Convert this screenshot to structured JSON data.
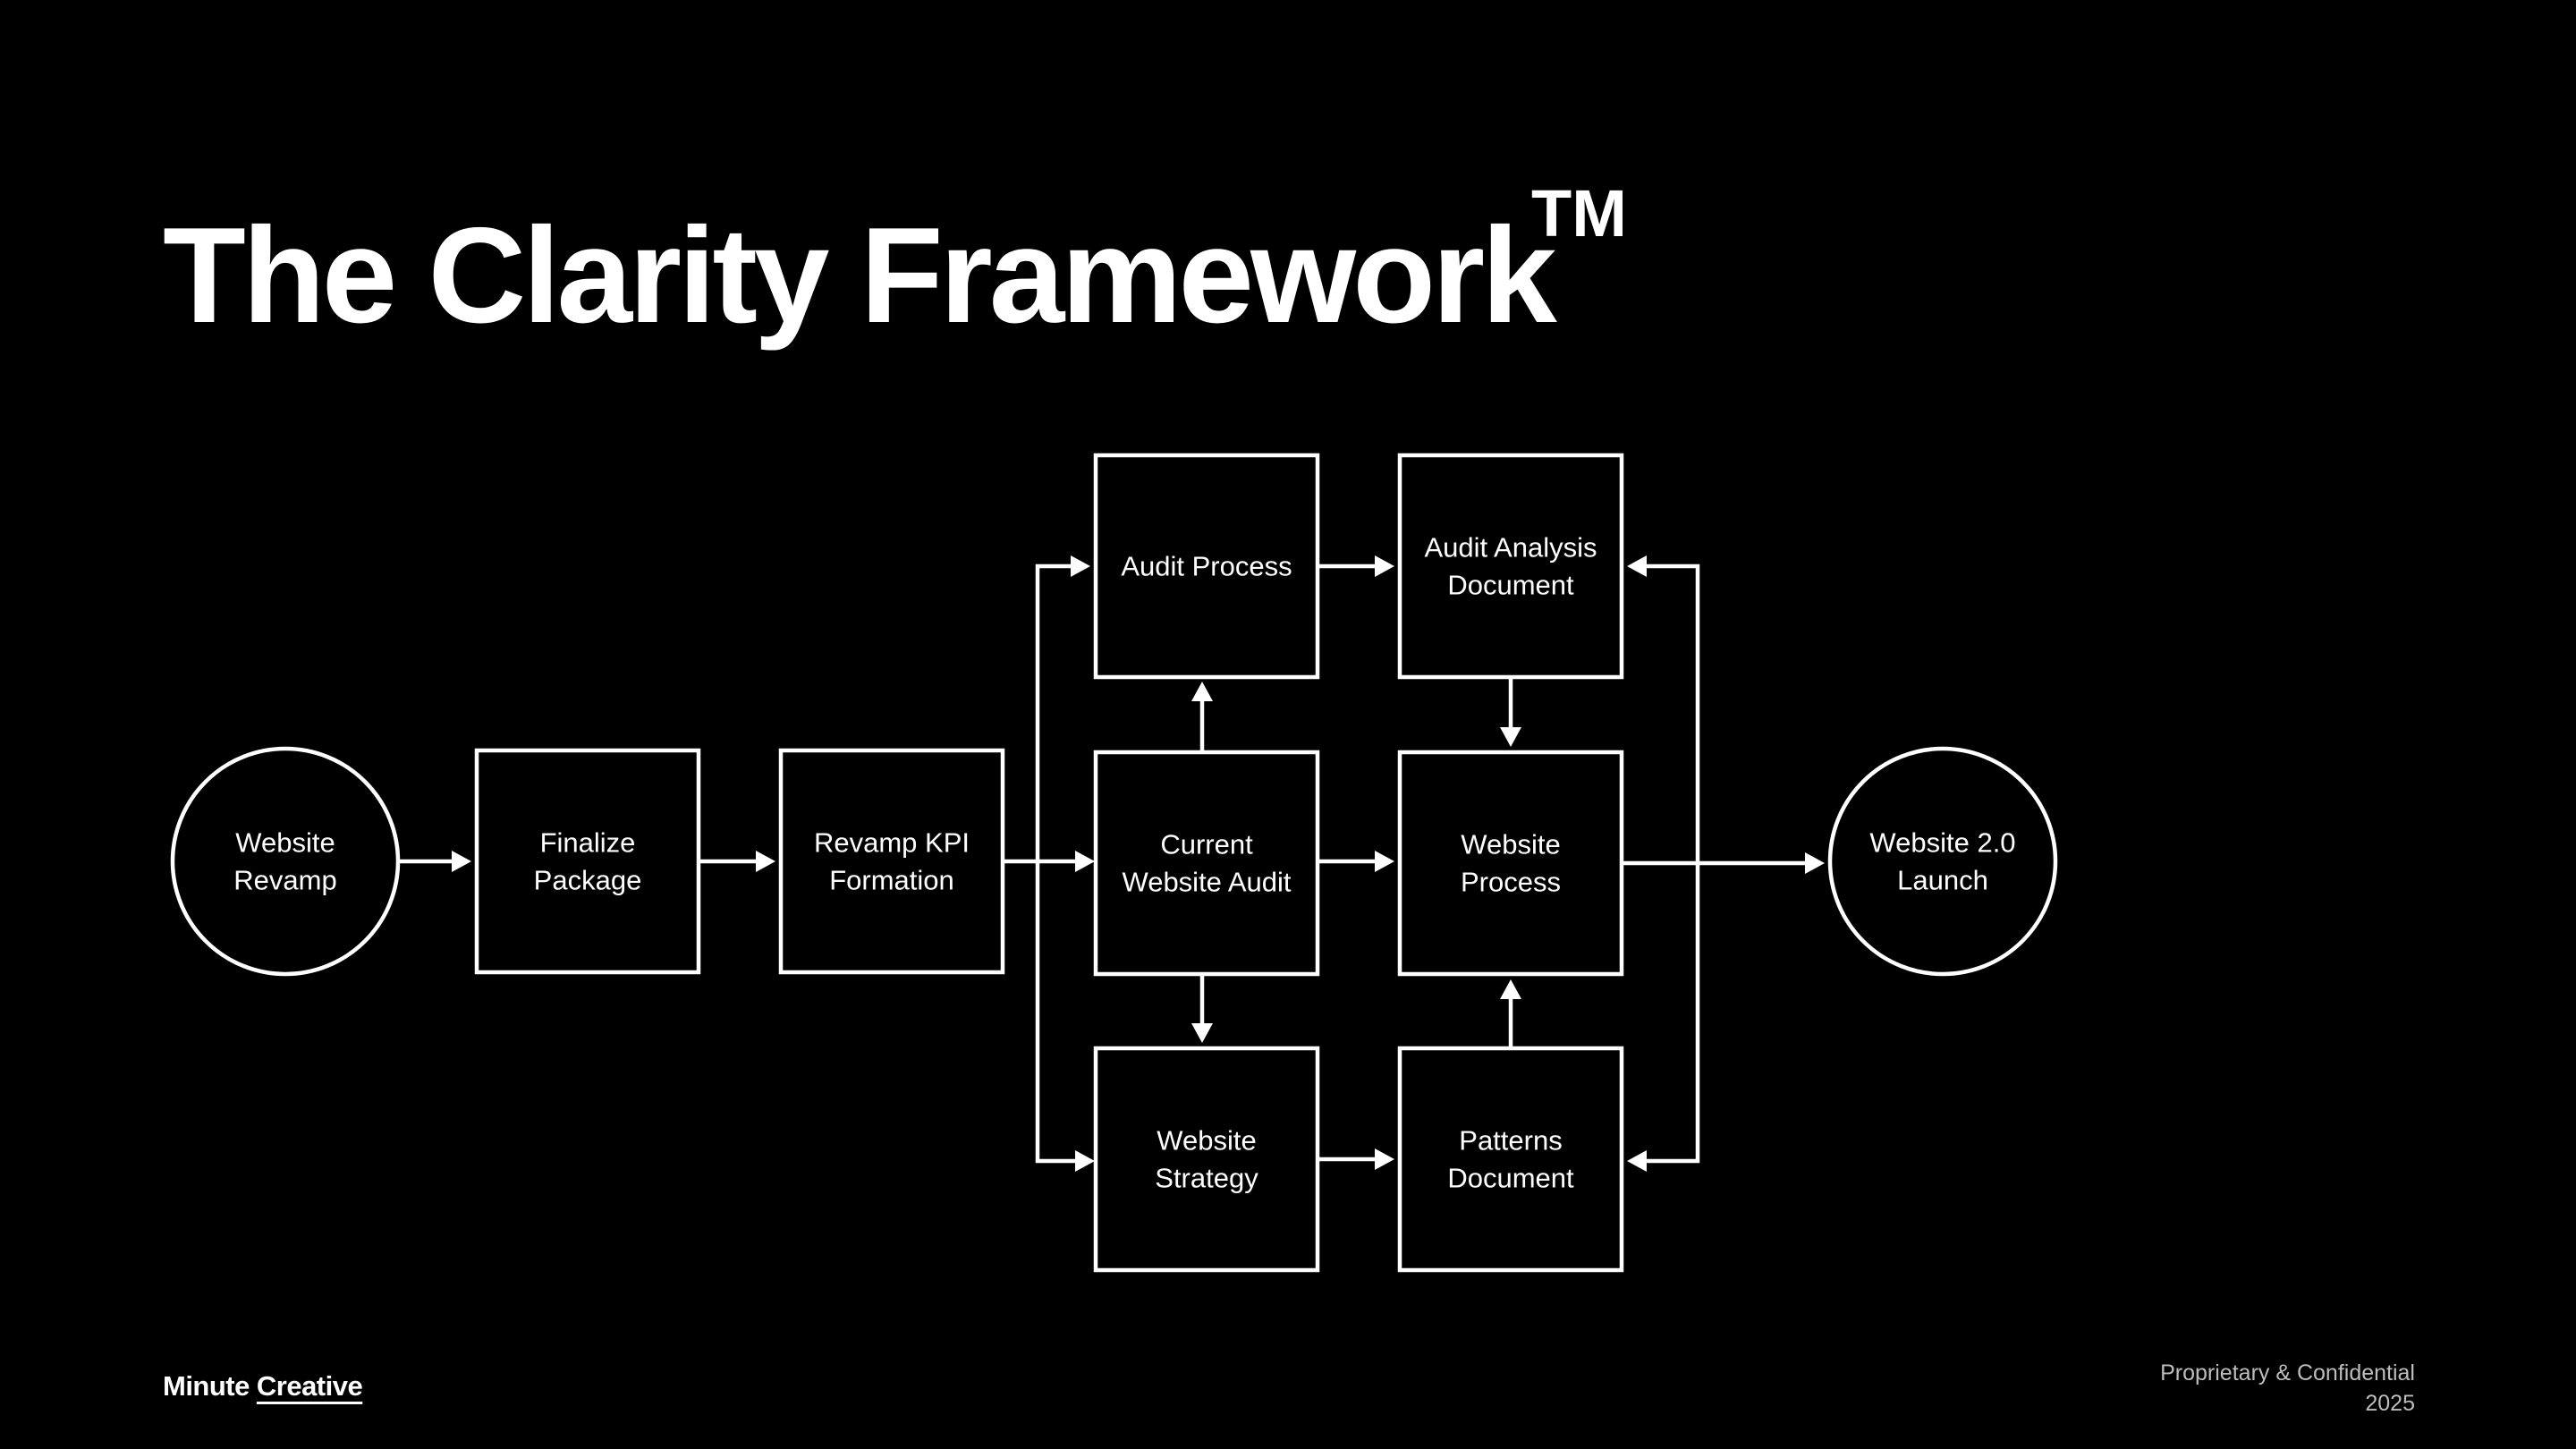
{
  "title": "The Clarity Framework",
  "trademark": "TM",
  "brand": {
    "part1": "Minute",
    "part2": "Creative"
  },
  "footer": {
    "line1": "Proprietary & Confidential",
    "line2": "2025"
  },
  "colors": {
    "background": "#000000",
    "foreground": "#ffffff",
    "muted": "#bdbdbd"
  },
  "nodes": [
    {
      "id": "website-revamp",
      "shape": "circle",
      "lines": [
        "Website",
        "Revamp"
      ]
    },
    {
      "id": "finalize-package",
      "shape": "box",
      "lines": [
        "Finalize",
        "Package"
      ]
    },
    {
      "id": "revamp-kpi-formation",
      "shape": "box",
      "lines": [
        "Revamp KPI",
        "Formation"
      ]
    },
    {
      "id": "audit-process",
      "shape": "box",
      "lines": [
        "Audit Process"
      ]
    },
    {
      "id": "current-website-audit",
      "shape": "box",
      "lines": [
        "Current",
        "Website Audit"
      ]
    },
    {
      "id": "website-strategy",
      "shape": "box",
      "lines": [
        "Website",
        "Strategy"
      ]
    },
    {
      "id": "audit-analysis-document",
      "shape": "box",
      "lines": [
        "Audit Analysis",
        "Document"
      ]
    },
    {
      "id": "website-process",
      "shape": "box",
      "lines": [
        "Website",
        "Process"
      ]
    },
    {
      "id": "patterns-document",
      "shape": "box",
      "lines": [
        "Patterns",
        "Document"
      ]
    },
    {
      "id": "website-2-0-launch",
      "shape": "circle",
      "lines": [
        "Website 2.0",
        "Launch"
      ]
    }
  ],
  "edges": [
    {
      "from": "website-revamp",
      "to": "finalize-package"
    },
    {
      "from": "finalize-package",
      "to": "revamp-kpi-formation"
    },
    {
      "from": "revamp-kpi-formation",
      "to": "audit-process"
    },
    {
      "from": "revamp-kpi-formation",
      "to": "current-website-audit"
    },
    {
      "from": "revamp-kpi-formation",
      "to": "website-strategy"
    },
    {
      "from": "current-website-audit",
      "to": "audit-process"
    },
    {
      "from": "current-website-audit",
      "to": "website-strategy"
    },
    {
      "from": "audit-process",
      "to": "audit-analysis-document"
    },
    {
      "from": "current-website-audit",
      "to": "website-process"
    },
    {
      "from": "website-strategy",
      "to": "patterns-document"
    },
    {
      "from": "audit-analysis-document",
      "to": "website-process"
    },
    {
      "from": "patterns-document",
      "to": "website-process"
    },
    {
      "from": "website-process",
      "to": "website-2-0-launch"
    },
    {
      "from": "website-process",
      "to": "audit-analysis-document"
    },
    {
      "from": "website-process",
      "to": "patterns-document"
    }
  ]
}
